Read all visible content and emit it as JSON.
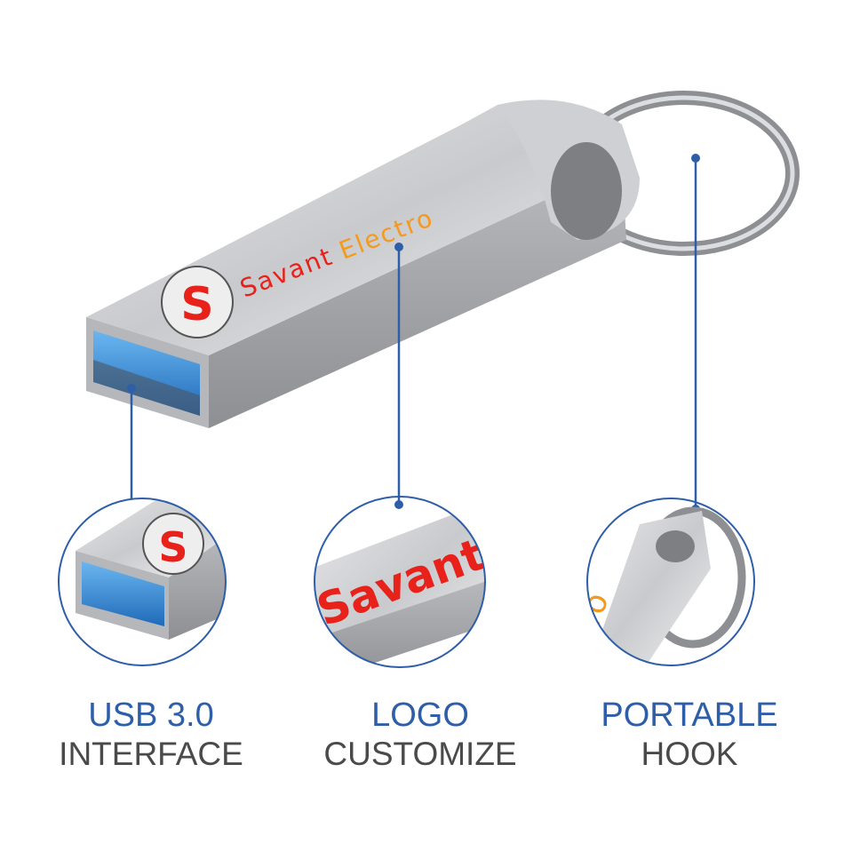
{
  "brand": {
    "logo_text_part1": "Savant",
    "logo_text_part2": "Electro",
    "logo_letter": "S"
  },
  "callouts": [
    {
      "title": "USB 3.0",
      "subtitle": "INTERFACE",
      "zoom_text": ""
    },
    {
      "title": "LOGO",
      "subtitle": "CUSTOMIZE",
      "zoom_text": "Savant"
    },
    {
      "title": "PORTABLE",
      "subtitle": "HOOK",
      "zoom_text": "tro"
    }
  ],
  "colors": {
    "accent": "#2e5ea8",
    "text_gray": "#4a4a4a",
    "logo_red": "#e8211b",
    "logo_orange": "#f39a1e",
    "usb_blue": "#3a8fd8"
  }
}
